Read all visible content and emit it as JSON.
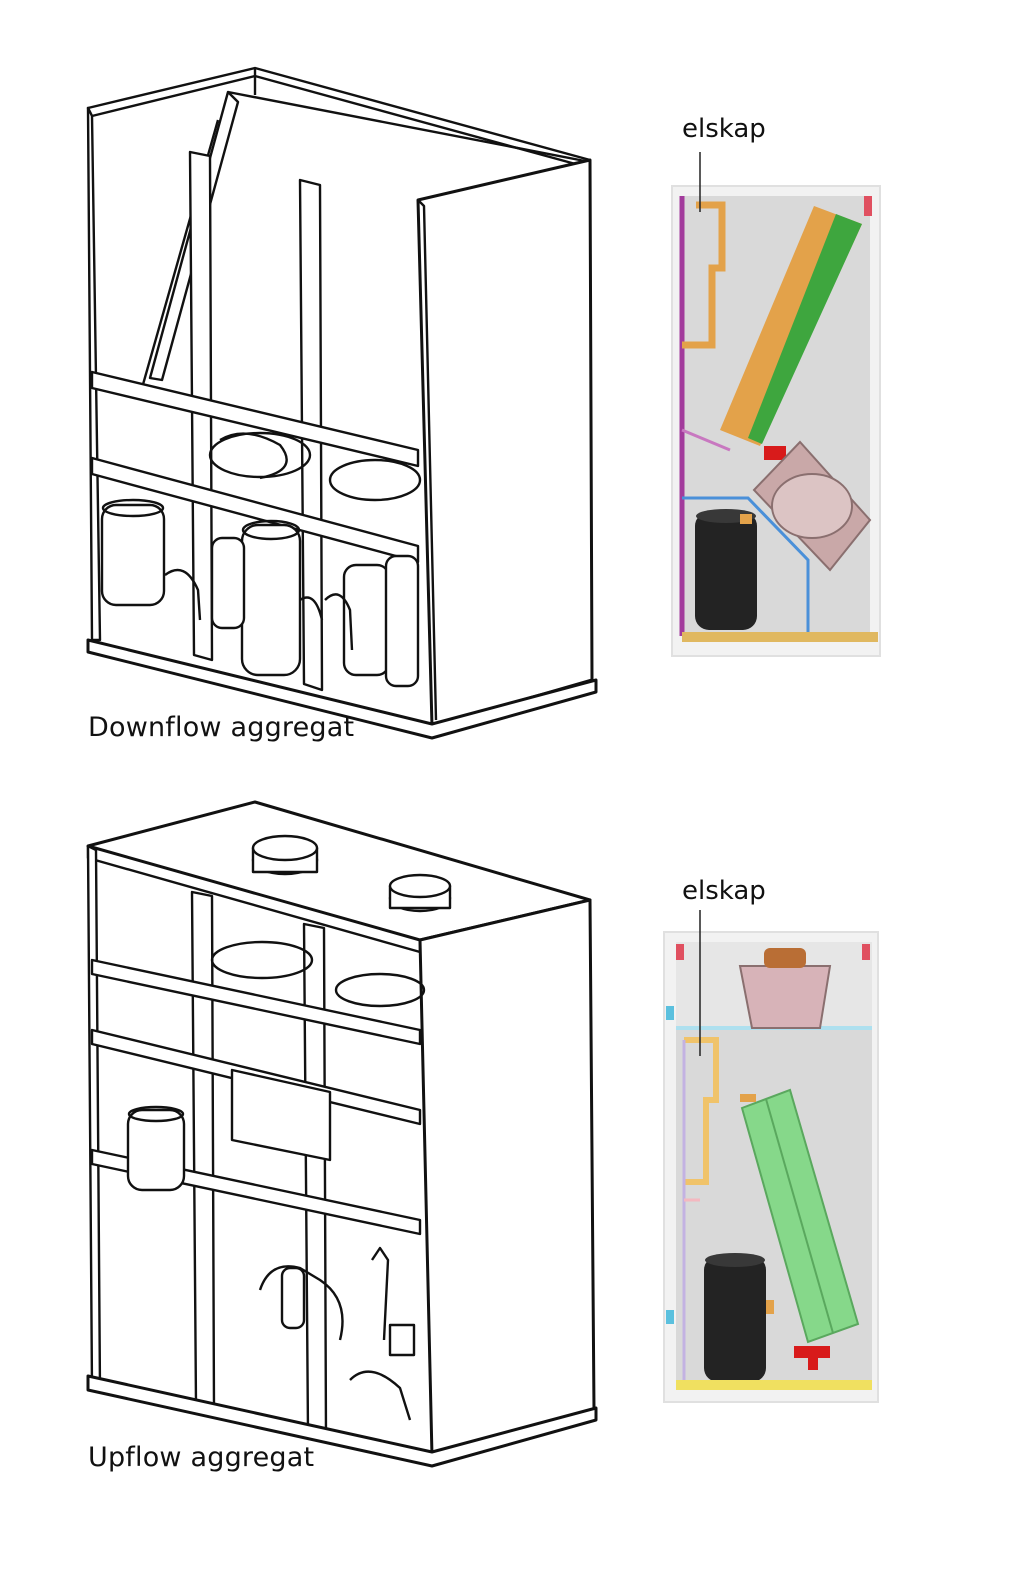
{
  "top": {
    "caption": "Downflow aggregat",
    "callout": "elskap"
  },
  "bottom": {
    "caption": "Upflow aggregat",
    "callout": "elskap"
  }
}
